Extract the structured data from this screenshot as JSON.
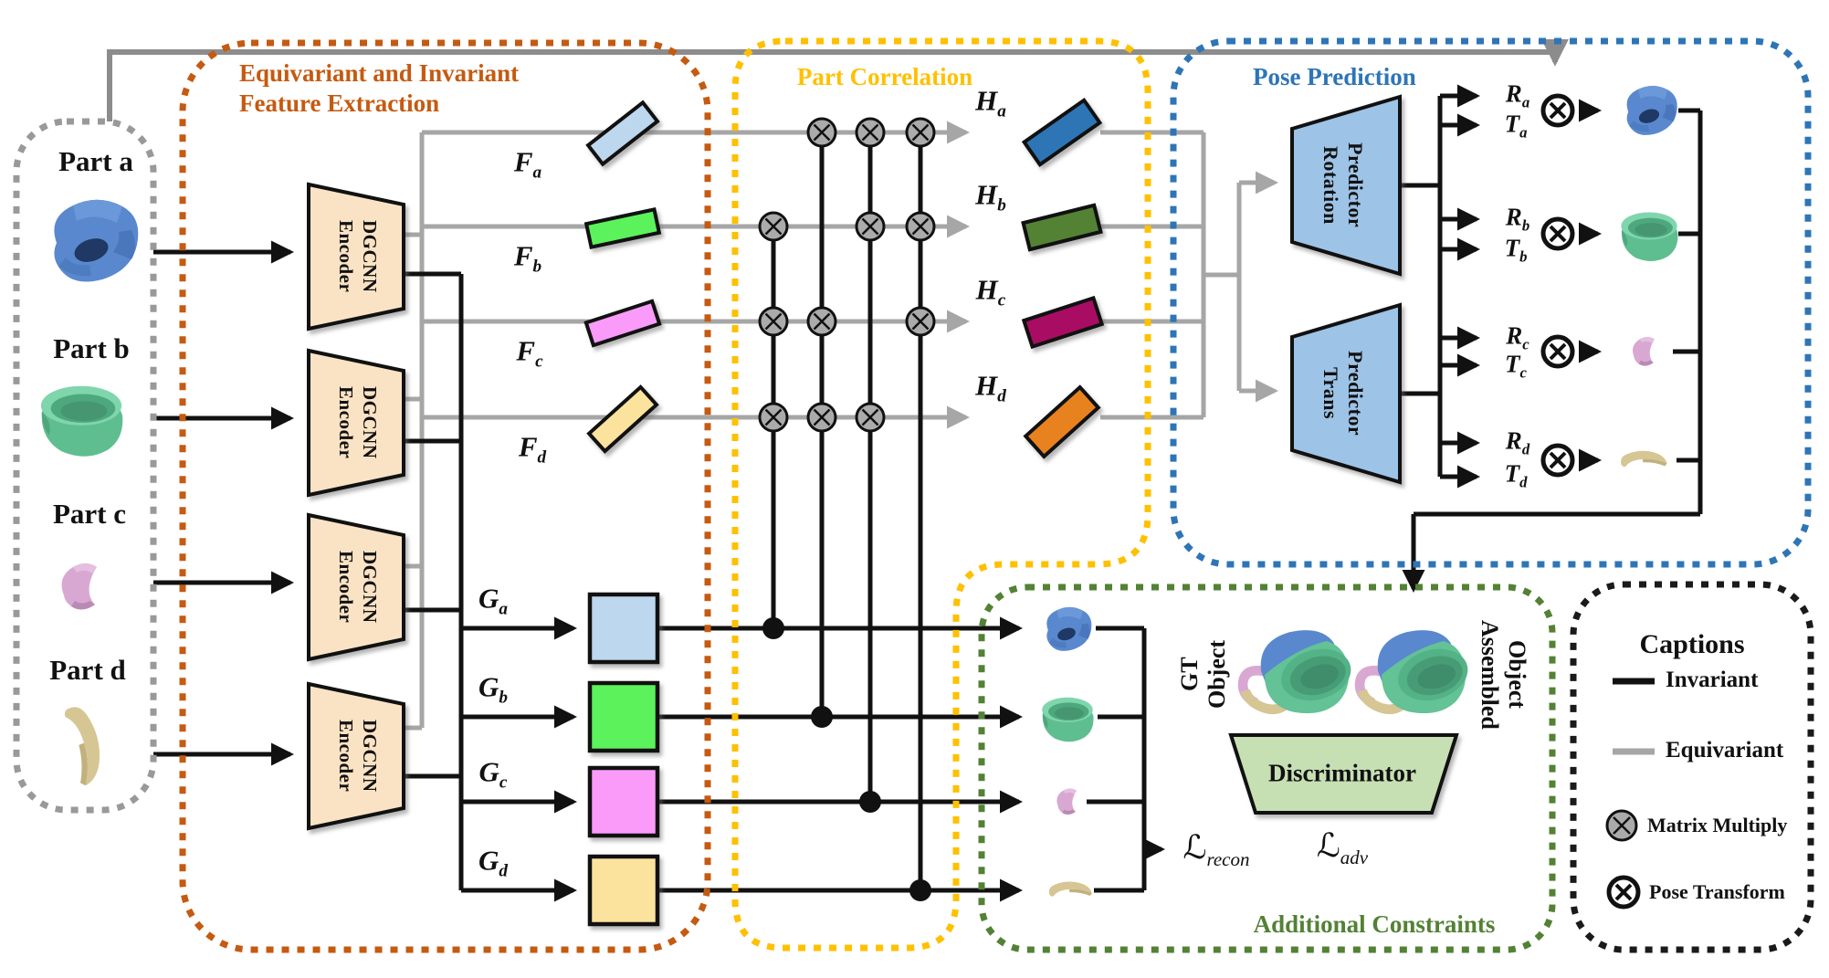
{
  "colors": {
    "feature_box": "#C55A11",
    "correlation_box": "#FFC000",
    "pose_box": "#2E75B6",
    "constraints_box": "#538135",
    "captions_box": "#1A1A1A",
    "parts_box": "#999999",
    "encoder_fill": "#FAE3C4",
    "predictor_fill": "#9DC3E6",
    "discriminator_fill": "#C6E0B4",
    "invariant_line": "#111111",
    "equivariant_line": "#A6A6A6",
    "matrix_multiply_fill": "#ABABAB",
    "feature_a": "#BDD7EE",
    "feature_b": "#5BF25B",
    "feature_c": "#FA9BFA",
    "feature_d": "#FBE39E",
    "h_a": "#2E75B6",
    "h_b": "#548235",
    "h_c": "#A80D63",
    "h_d": "#E8821E"
  },
  "parts_panel": {
    "items": [
      {
        "label": "Part a"
      },
      {
        "label": "Part b"
      },
      {
        "label": "Part c"
      },
      {
        "label": "Part d"
      }
    ]
  },
  "feature_extraction": {
    "title_line1": "Equivariant and Invariant",
    "title_line2": "Feature Extraction",
    "encoder": {
      "line1": "DGCNN",
      "line2": "Encoder"
    },
    "f_rows": [
      {
        "sym": "F",
        "sub": "a"
      },
      {
        "sym": "F",
        "sub": "b"
      },
      {
        "sym": "F",
        "sub": "c"
      },
      {
        "sym": "F",
        "sub": "d"
      }
    ],
    "g_rows": [
      {
        "sym": "G",
        "sub": "a"
      },
      {
        "sym": "G",
        "sub": "b"
      },
      {
        "sym": "G",
        "sub": "c"
      },
      {
        "sym": "G",
        "sub": "d"
      }
    ]
  },
  "part_correlation": {
    "title": "Part Correlation",
    "h_rows": [
      {
        "sym": "H",
        "sub": "a"
      },
      {
        "sym": "H",
        "sub": "b"
      },
      {
        "sym": "H",
        "sub": "c"
      },
      {
        "sym": "H",
        "sub": "d"
      }
    ]
  },
  "pose_prediction": {
    "title": "Pose Prediction",
    "rotation_predictor": {
      "line1": "Rotation",
      "line2": "Predictor"
    },
    "trans_predictor": {
      "line1": "Trans",
      "line2": "Predictor"
    },
    "rt_rows": [
      {
        "r": "R",
        "t": "T",
        "sub": "a"
      },
      {
        "r": "R",
        "t": "T",
        "sub": "b"
      },
      {
        "r": "R",
        "t": "T",
        "sub": "c"
      },
      {
        "r": "R",
        "t": "T",
        "sub": "d"
      }
    ]
  },
  "additional_constraints": {
    "title": "Additional Constraints",
    "gt_object": {
      "line1": "GT",
      "line2": "Object"
    },
    "assembled_object": {
      "line1": "Assembled",
      "line2": "Object"
    },
    "discriminator": "Discriminator",
    "loss_recon": {
      "sym": "ℒ",
      "sub": "recon"
    },
    "loss_adv": {
      "sym": "ℒ",
      "sub": "adv"
    }
  },
  "captions": {
    "title": "Captions",
    "invariant": "Invariant",
    "equivariant": "Equivariant",
    "matrix_multiply": "Matrix Multiply",
    "pose_transform": "Pose Transform"
  }
}
